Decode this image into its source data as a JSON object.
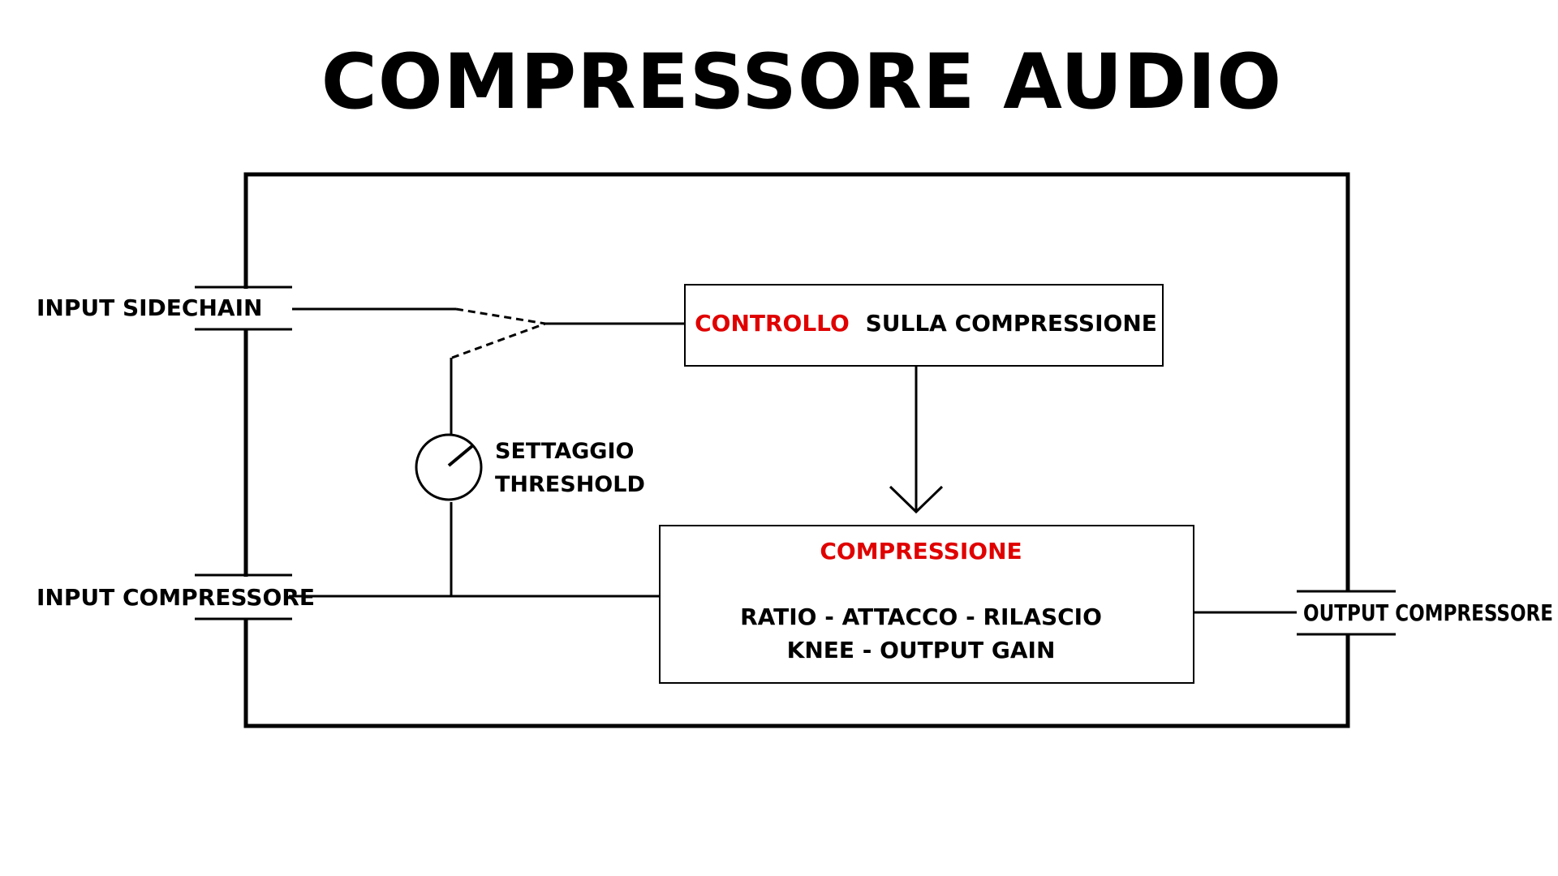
{
  "title": "COMPRESSORE AUDIO",
  "colors": {
    "ink": "#000000",
    "accent": "#e00000",
    "background": "#ffffff"
  },
  "ports": {
    "input_sidechain": "INPUT SIDECHAIN",
    "input_compressore": "INPUT COMPRESSORE",
    "output_compressore": "OUTPUT COMPRESSORE"
  },
  "control_block": {
    "highlight": "CONTROLLO",
    "rest": "SULLA COMPRESSIONE"
  },
  "threshold": {
    "line1": "SETTAGGIO",
    "line2": "THRESHOLD"
  },
  "compression_block": {
    "title": "COMPRESSIONE",
    "params_line1": "RATIO - ATTACCO - RILASCIO",
    "params_line2": "KNEE - OUTPUT GAIN"
  }
}
